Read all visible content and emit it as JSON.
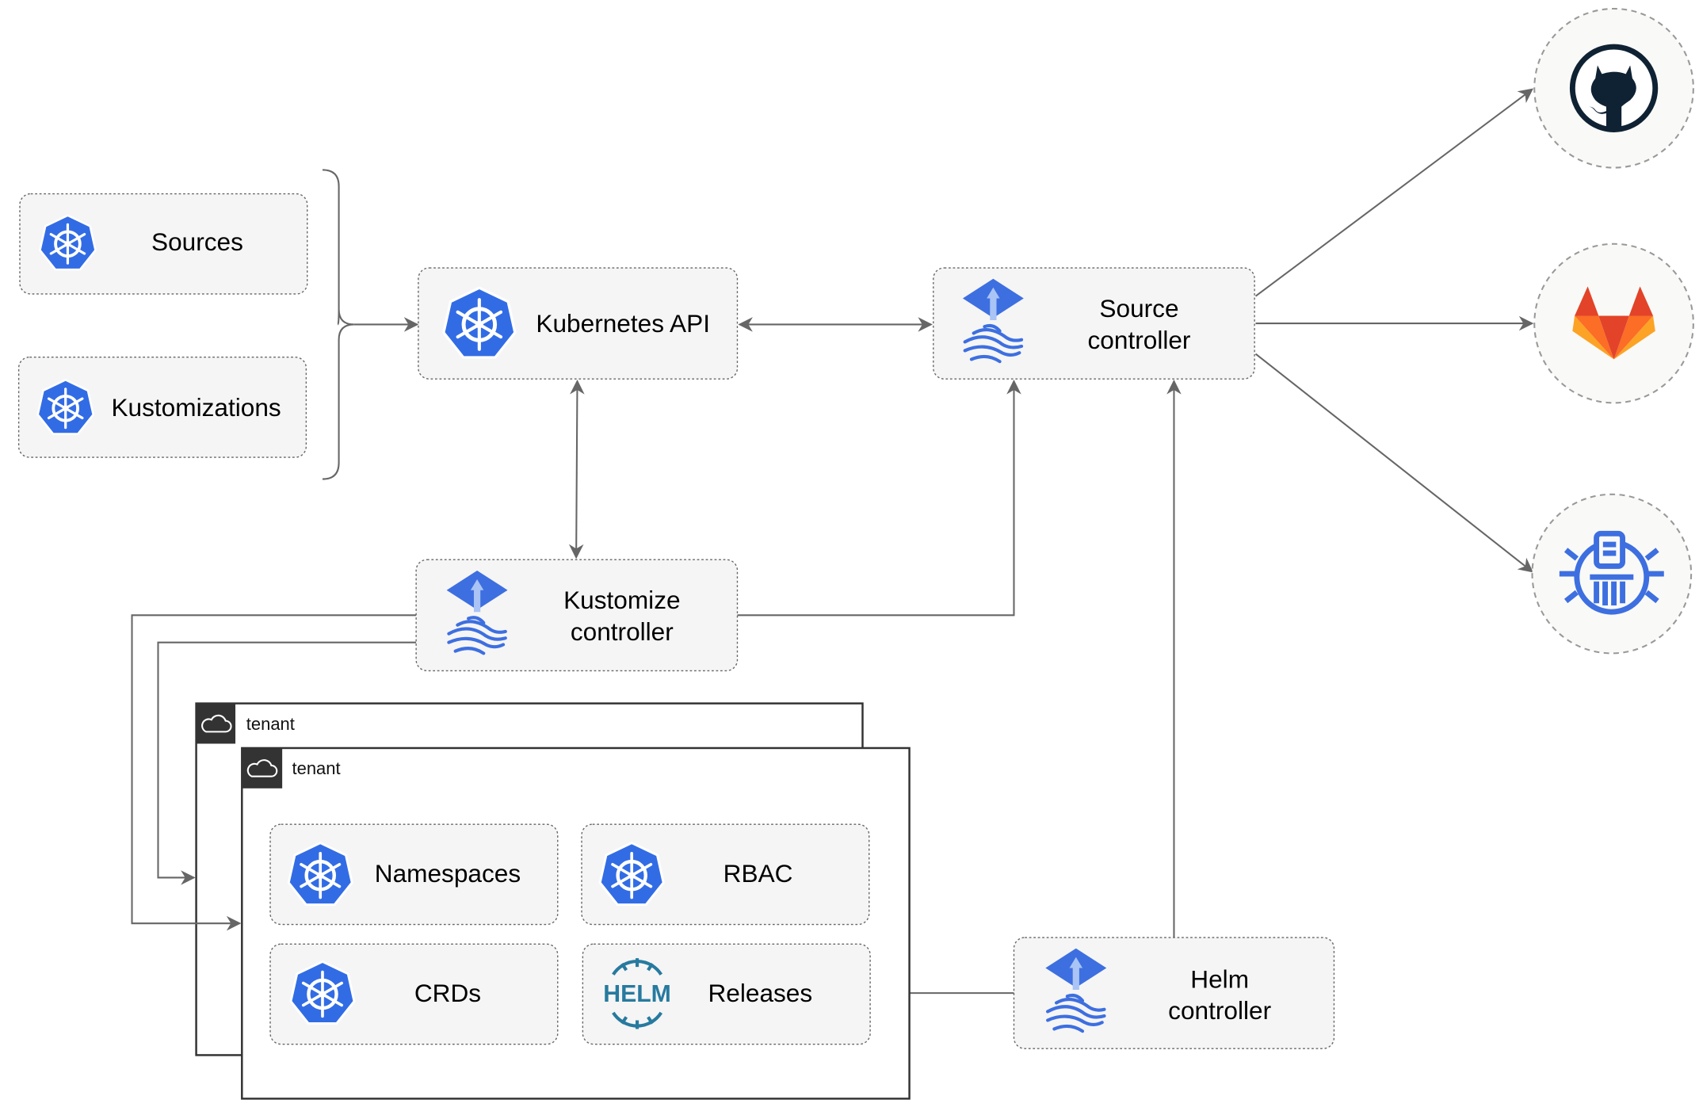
{
  "nodes": {
    "sources": "Sources",
    "kustomizations": "Kustomizations",
    "kubernetes_api": "Kubernetes API",
    "source_controller": [
      "Source",
      "controller"
    ],
    "kustomize_controller": [
      "Kustomize",
      "controller"
    ],
    "helm_controller": [
      "Helm",
      "controller"
    ],
    "namespaces": "Namespaces",
    "rbac": "RBAC",
    "crds": "CRDs",
    "releases": "Releases"
  },
  "tenants": [
    "tenant",
    "tenant"
  ],
  "logos": {
    "helm": "HELM"
  },
  "external_sources": [
    "github-icon",
    "gitlab-icon",
    "bucket-icon"
  ],
  "colors": {
    "kubernetes_blue": "#326ce5",
    "flux_blue": "#3d6fe0",
    "github_dark": "#0f2233",
    "gitlab_orange": "#e24329",
    "helm_blue": "#277a9f",
    "edge": "#666666",
    "box_fill": "#f5f5f5"
  }
}
